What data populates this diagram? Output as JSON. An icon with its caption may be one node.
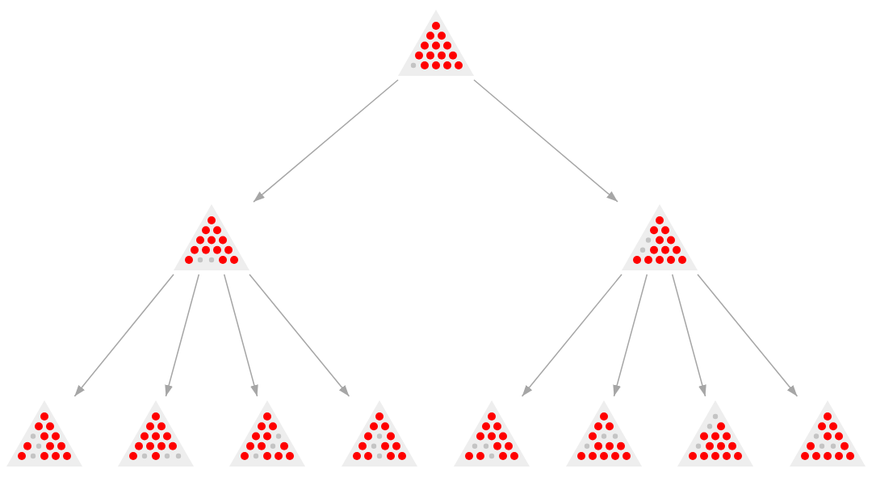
{
  "diagram": {
    "nodes": [
      {
        "text": [],
        "shape": "triangle"
      },
      {
        "text": [],
        "shape": "triangle"
      },
      {
        "text": [],
        "shape": "triangle"
      },
      {
        "text": [],
        "shape": "triangle"
      },
      {
        "text": [],
        "shape": "triangle"
      },
      {
        "text": [],
        "shape": "triangle"
      },
      {
        "text": [],
        "shape": "triangle"
      },
      {
        "text": [],
        "shape": "triangle"
      },
      {
        "text": [],
        "shape": "triangle"
      },
      {
        "text": [],
        "shape": "triangle"
      },
      {
        "text": [],
        "shape": "triangle"
      }
    ],
    "edges": [
      {
        "from": 0,
        "to": 1,
        "arrow": "to"
      },
      {
        "from": 0,
        "to": 2,
        "arrow": "to"
      },
      {
        "from": 1,
        "to": 3,
        "arrow": "to"
      },
      {
        "from": 1,
        "to": 4,
        "arrow": "to"
      },
      {
        "from": 1,
        "to": 5,
        "arrow": "to"
      },
      {
        "from": 1,
        "to": 6,
        "arrow": "to"
      },
      {
        "from": 2,
        "to": 7,
        "arrow": "to"
      },
      {
        "from": 2,
        "to": 8,
        "arrow": "to"
      },
      {
        "from": 2,
        "to": 9,
        "arrow": "to"
      },
      {
        "from": 2,
        "to": 10,
        "arrow": "to"
      }
    ]
  }
}
